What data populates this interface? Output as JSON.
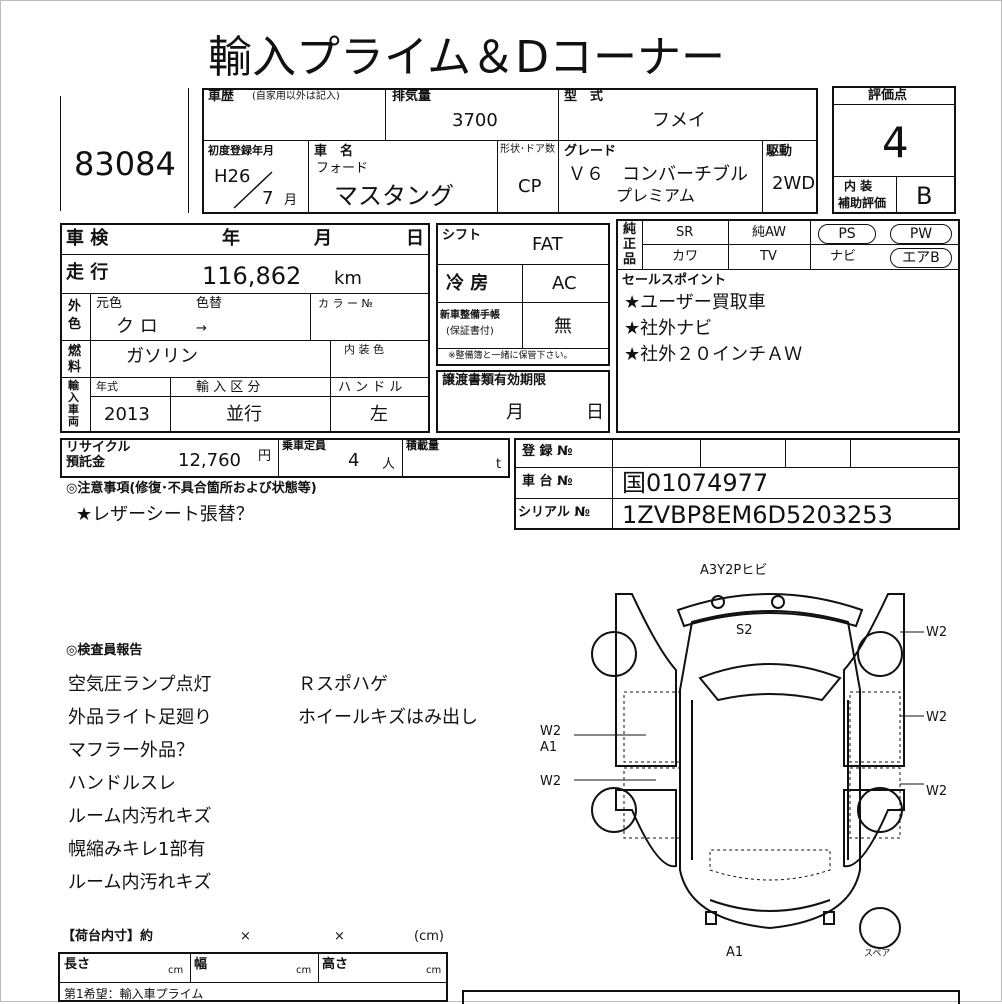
{
  "title": "輸入プライム＆Dコーナー",
  "lot": "83084",
  "top": {
    "history_label": "車歴",
    "history_note": "(自家用以外は記入)",
    "displacement_label": "排気量",
    "displacement": "3700",
    "model_label": "型　式",
    "model": "フメイ",
    "first_reg_label": "初度登録年月",
    "first_reg_year": "H26",
    "first_reg_month": "7",
    "month_unit": "月",
    "car_name_label": "車　名",
    "maker": "フォード",
    "car_name": "マスタング",
    "shape_label": "形状･ドア数",
    "shape": "CP",
    "grade_label": "グレード",
    "grade_line1": "Ｖ６　コンバーチブル",
    "grade_line2": "プレミアム",
    "drive_label": "駆動",
    "drive": "2WD",
    "score_label": "評価点",
    "score": "4",
    "interior_label1": "内 装",
    "interior_label2": "補助評価",
    "interior_score": "B"
  },
  "mid": {
    "inspection_label": "車 検",
    "year_label": "年",
    "month_label": "月",
    "day_label": "日",
    "mileage_label": "走 行",
    "mileage": "116,862",
    "mileage_unit": "km",
    "ext_label": "外色",
    "orig_color_label": "元色",
    "color_change_label": "色替",
    "color_no_label": "カ ラ ー №",
    "color": "ク ロ",
    "arrow": "→",
    "fuel_label": "燃料",
    "fuel": "ガソリン",
    "int_color_label": "内 装 色",
    "import_label": "輸入車両",
    "model_year_label": "年式",
    "import_type_label": "輸 入 区 分",
    "handle_label": "ハ ン ド ル",
    "model_year": "2013",
    "import_type": "並行",
    "handle": "左",
    "shift_label": "シフト",
    "shift": "FAT",
    "ac_label": "冷 房",
    "ac": "AC",
    "manual_label1": "新車整備手帳",
    "manual_label2": "(保証書付)",
    "manual": "無",
    "manual_note": "※整備簿と一緒に保管下さい。",
    "transfer_label": "譲渡書類有効期限",
    "transfer_month": "月",
    "transfer_day": "日",
    "genuine_label": "純正品",
    "equip": [
      "SR",
      "純AW",
      "PS",
      "PW",
      "カワ",
      "TV",
      "ナビ",
      "エアB"
    ],
    "sales_label": "セールスポイント",
    "sales": [
      "★ユーザー買取車",
      "★社外ナビ",
      "★社外２０インチＡＷ"
    ]
  },
  "low": {
    "recycle_label1": "リサイクル",
    "recycle_label2": "預託金",
    "recycle": "12,760",
    "yen": "円",
    "capacity_label": "乗車定員",
    "capacity": "4",
    "person": "人",
    "load_label": "積載量",
    "ton": "t",
    "reg_label": "登 録 №",
    "chassis_label": "車 台 №",
    "chassis": "国01074977",
    "serial_label": "シリアル №",
    "serial": "1ZVBP8EM6D5203253",
    "notes_label": "◎注意事項(修復･不具合箇所および状態等)",
    "notes": "★レザーシート張替？"
  },
  "report": {
    "label": "◎検査員報告",
    "col1": [
      "空気圧ランプ点灯",
      "外品ライト足廻り",
      "マフラー外品？",
      "ハンドルスレ",
      "ルーム内汚れキズ",
      "幌縮みキレ1部有",
      "ルーム内汚れキズ"
    ],
    "col2": [
      "Ｒスポハゲ",
      "ホイールキズはみ出し"
    ]
  },
  "diagram": {
    "front": "A3Y2Pヒビ",
    "roof": "S2",
    "rear": "A1",
    "spare": "スペア",
    "right_marks": [
      "W2",
      "W2",
      "W2"
    ],
    "left_marks": [
      "W2",
      "A1",
      "W2"
    ]
  },
  "cargo": {
    "label": "【荷台内寸】約",
    "x1": "×",
    "x2": "×",
    "unit": "(cm)",
    "length_label": "長さ",
    "width_label": "幅",
    "height_label": "高さ",
    "cm": "cm",
    "bottom": "第1希望：輸入車プライム"
  }
}
